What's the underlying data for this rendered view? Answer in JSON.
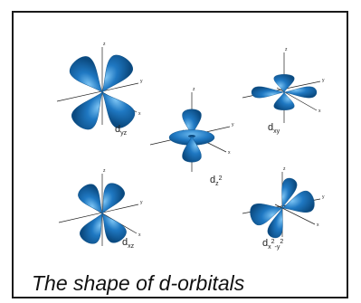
{
  "figure": {
    "caption": "The shape of d-orbitals",
    "axis_labels": {
      "x": "x",
      "y": "y",
      "z": "z"
    },
    "colors": {
      "lobe_fill": "#1f78c2",
      "lobe_highlight": "#7cc4f4",
      "lobe_shadow": "#0b4a80"
    },
    "orbitals": [
      {
        "id": "dyz",
        "main": "d",
        "sub": "yz",
        "sup": ""
      },
      {
        "id": "dxy",
        "main": "d",
        "sub": "xy",
        "sup": ""
      },
      {
        "id": "dz2",
        "main": "d",
        "sub": "z",
        "sup": "2"
      },
      {
        "id": "dxz",
        "main": "d",
        "sub": "xz",
        "sup": ""
      },
      {
        "id": "dx2y2",
        "main": "d",
        "sub": "x",
        "sup": "2",
        "sub2": "-y",
        "sup2": "2"
      }
    ]
  }
}
